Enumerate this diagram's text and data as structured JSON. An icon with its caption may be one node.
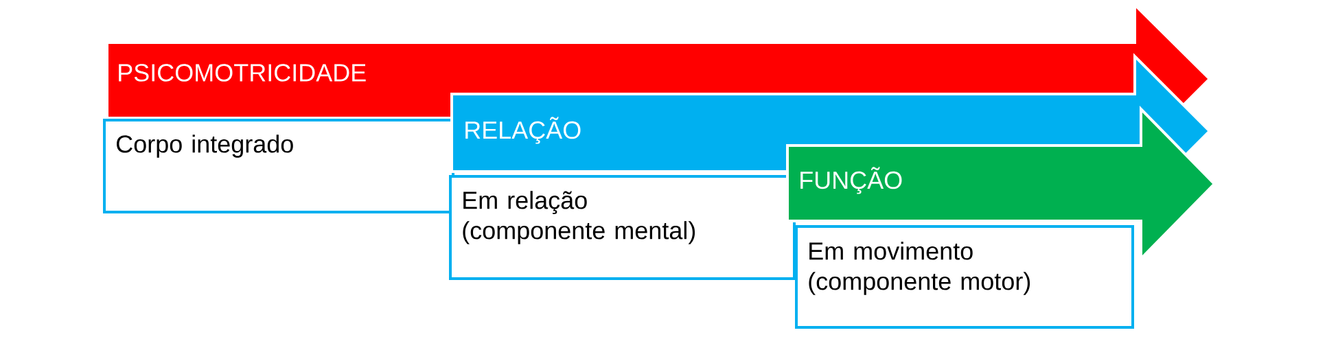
{
  "diagram": {
    "nodes": [
      {
        "text": [
          "PSICOMOTRICIDADE"
        ]
      },
      {
        "text": [
          "Corpo integrado"
        ]
      },
      {
        "text": [
          "RELAÇÃO"
        ]
      },
      {
        "text": [
          "Em relação (componente mental)"
        ]
      },
      {
        "text": [
          "FUNÇÃO"
        ]
      },
      {
        "text": [
          "Em movimento (componente motor)"
        ]
      }
    ]
  }
}
